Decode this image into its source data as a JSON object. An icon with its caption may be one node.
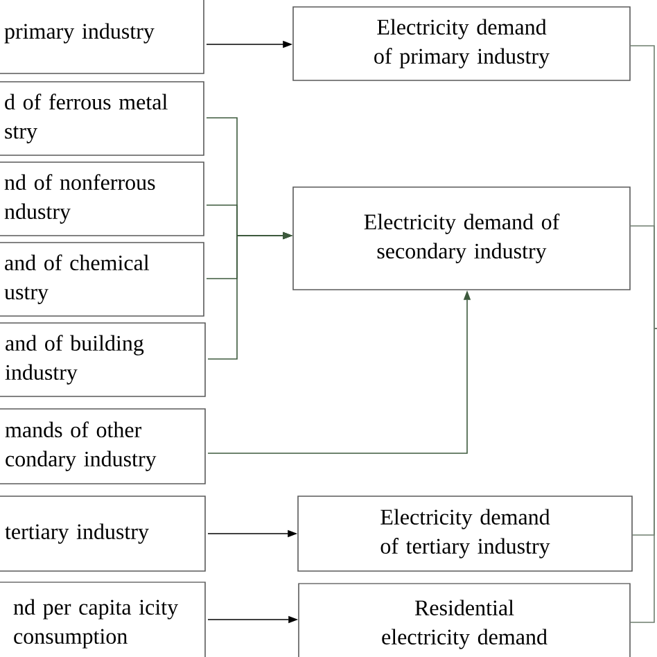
{
  "diagram": {
    "nodes": [
      {
        "text": [
          "primary industry"
        ]
      },
      {
        "text": [
          "Electricity demand of primary industry"
        ]
      },
      {
        "text": [
          "d of ferrous metal stry"
        ]
      },
      {
        "text": [
          "nd of nonferrous ndustry"
        ]
      },
      {
        "text": [
          "Electricity demand of secondary industry"
        ]
      },
      {
        "text": [
          "and of chemical ustry"
        ]
      },
      {
        "text": [
          "and of building industry"
        ]
      },
      {
        "text": [
          "mands of other condary industry"
        ]
      },
      {
        "text": [
          "tertiary industry"
        ]
      },
      {
        "text": [
          "Electricity demand of tertiary industry"
        ]
      },
      {
        "text": [
          "nd per capita icity consumption"
        ]
      },
      {
        "text": [
          "Residential electricity demand"
        ]
      }
    ],
    "edges": [
      {
        "from": 0,
        "to": 1,
        "arrow": "to"
      },
      {
        "from": 2,
        "to": 4,
        "arrow": "to",
        "color": "#3d5a3d"
      },
      {
        "from": 3,
        "to": 4,
        "arrow": "to",
        "color": "#3d5a3d"
      },
      {
        "from": 5,
        "to": 4,
        "arrow": "to",
        "color": "#3d5a3d"
      },
      {
        "from": 6,
        "to": 4,
        "arrow": "to",
        "color": "#3d5a3d"
      },
      {
        "from": 7,
        "to": 4,
        "arrow": "to",
        "color": "#3d5a3d"
      },
      {
        "from": 8,
        "to": 9,
        "arrow": "to"
      },
      {
        "from": 10,
        "to": 11,
        "arrow": "to"
      },
      {
        "from": 1,
        "to": null,
        "arrow": "none",
        "color": "#6e7d6e"
      },
      {
        "from": 4,
        "to": null,
        "arrow": "none",
        "color": "#6e7d6e"
      },
      {
        "from": 9,
        "to": null,
        "arrow": "none",
        "color": "#6e7d6e"
      },
      {
        "from": 11,
        "to": null,
        "arrow": "none",
        "color": "#6e7d6e"
      }
    ]
  }
}
